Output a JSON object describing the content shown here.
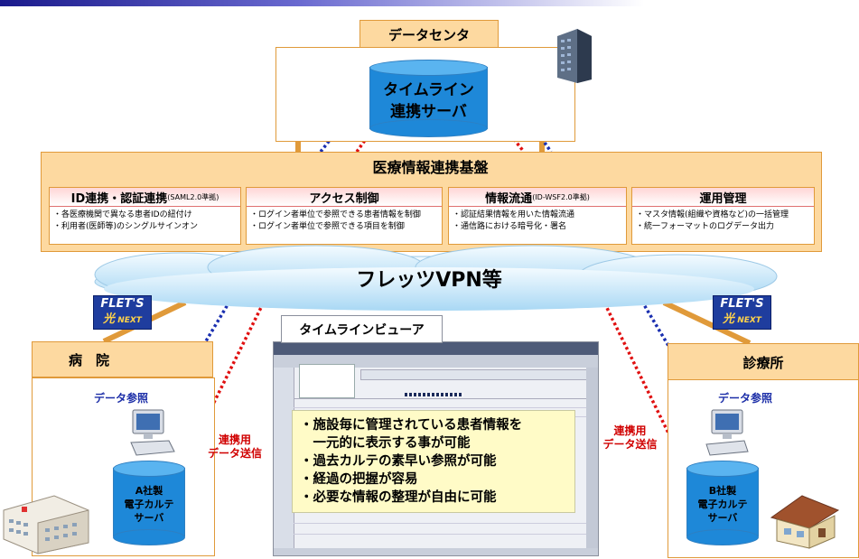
{
  "datacenter": {
    "title": "データセンタ",
    "server_line1": "タイムライン",
    "server_line2": "連携サーバ"
  },
  "platform": {
    "title": "医療情報連携基盤",
    "modules": [
      {
        "title": "ID連携・認証連携",
        "suffix": "(SAML2.0準拠)",
        "lines": [
          "・各医療機関で異なる患者IDの紐付け",
          "・利用者(医師等)のシングルサインオン"
        ]
      },
      {
        "title": "アクセス制御",
        "suffix": "",
        "lines": [
          "・ログイン者単位で参照できる患者情報を制御",
          "・ログイン者単位で参照できる項目を制御"
        ]
      },
      {
        "title": "情報流通",
        "suffix": "(ID-WSF2.0準拠)",
        "lines": [
          "・認証結果情報を用いた情報流通",
          "・通信路における暗号化・署名"
        ]
      },
      {
        "title": "運用管理",
        "suffix": "",
        "lines": [
          "・マスタ情報(組織や資格など)の一括管理",
          "・統一フォーマットのログデータ出力"
        ]
      }
    ]
  },
  "network": {
    "label": "フレッツVPN等"
  },
  "flets": {
    "main": "FLET'S",
    "sub_char": "光",
    "sub": "NEXT"
  },
  "hospital": {
    "title": "病　院",
    "data_ref": "データ参照",
    "send_line1": "連携用",
    "send_line2": "データ送信",
    "server_line1": "A社製",
    "server_line2": "電子カルテ",
    "server_line3": "サーバ"
  },
  "clinic": {
    "title": "診療所",
    "data_ref": "データ参照",
    "send_line1": "連携用",
    "send_line2": "データ送信",
    "server_line1": "B社製",
    "server_line2": "電子カルテ",
    "server_line3": "サーバ"
  },
  "viewer": {
    "title": "タイムラインビューア",
    "features": [
      "・施設毎に管理されている患者情報を",
      "　一元的に表示する事が可能",
      "・過去カルテの素早い参照が可能",
      "・経過の把握が容易",
      "・必要な情報の整理が自由に可能"
    ]
  },
  "colors": {
    "orange_fill": "#fdd9a0",
    "orange_border": "#e09a3a",
    "cylinder_blue": "#1e88d8",
    "blue_link": "#1d2fa8",
    "red_link": "#e01010",
    "note_yellow": "#fffbc7"
  },
  "icons": [
    "datacenter-building-icon",
    "hospital-building-icon",
    "clinic-house-icon",
    "computer-terminal-icon"
  ]
}
